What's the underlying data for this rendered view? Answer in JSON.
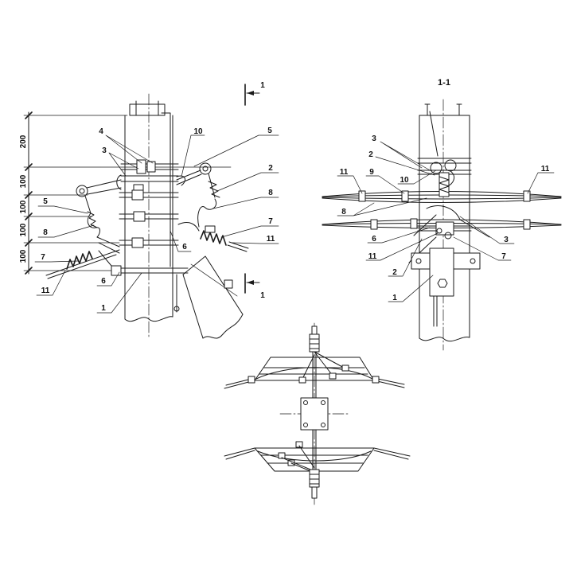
{
  "section_marker": {
    "top_label": "1",
    "bottom_label": "1"
  },
  "section_view_title": "1-1",
  "side_view": {
    "dimensions": [
      "200",
      "100",
      "100",
      "100",
      "100"
    ],
    "callouts": [
      "4",
      "3",
      "10",
      "5",
      "2",
      "8",
      "7",
      "11",
      "6",
      "5",
      "8",
      "7",
      "11",
      "6",
      "1"
    ]
  },
  "section_view": {
    "callouts": [
      "3",
      "2",
      "10",
      "11",
      "9",
      "11",
      "8",
      "6",
      "3",
      "11",
      "7",
      "2",
      "1"
    ]
  }
}
